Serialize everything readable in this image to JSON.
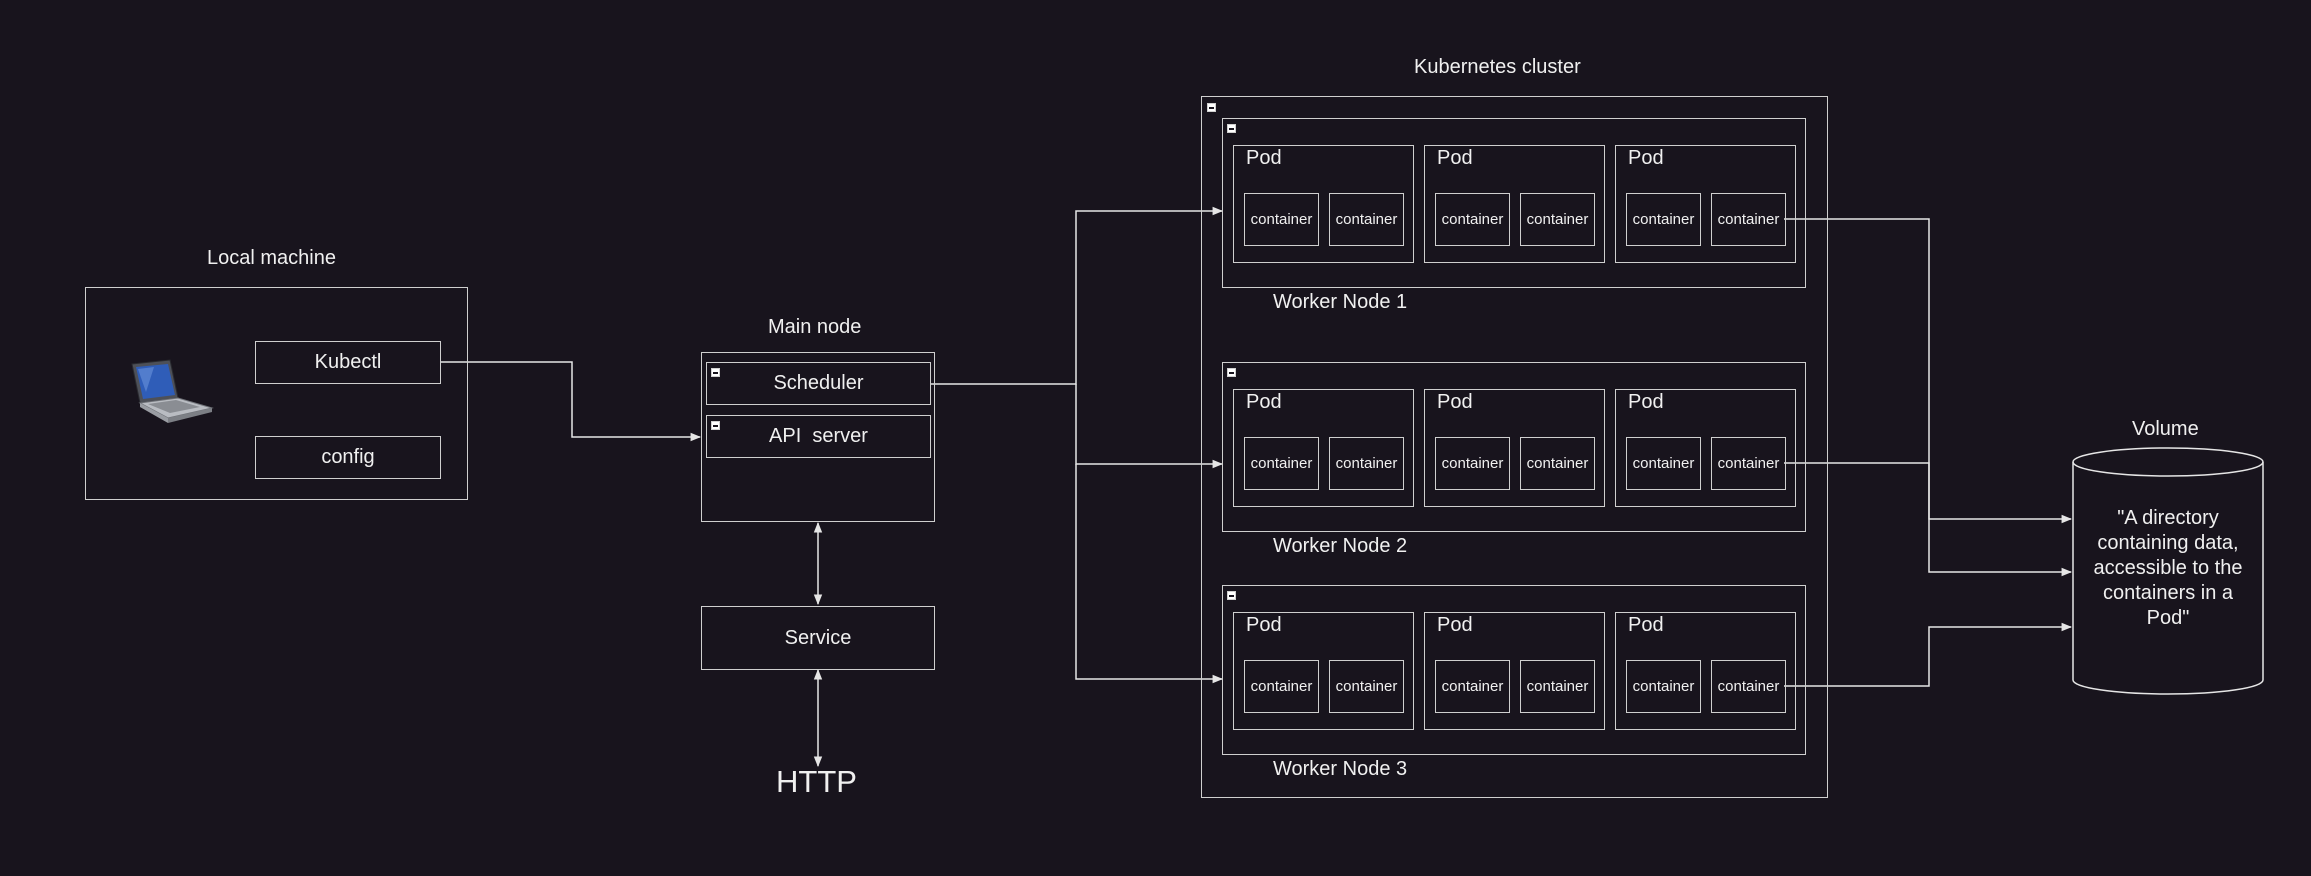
{
  "local": {
    "title": "Local machine",
    "kubectl": "Kubectl",
    "config": "config",
    "laptop_icon": "laptop-icon"
  },
  "main": {
    "title": "Main node",
    "scheduler": "Scheduler",
    "api": "API  server"
  },
  "service": "Service",
  "http": "HTTP",
  "cluster": {
    "title": "Kubernetes cluster",
    "nodes": [
      {
        "label": "Worker Node 1",
        "pods": [
          {
            "title": "Pod",
            "containers": [
              "container",
              "container"
            ]
          },
          {
            "title": "Pod",
            "containers": [
              "container",
              "container"
            ]
          },
          {
            "title": "Pod",
            "containers": [
              "container",
              "container"
            ]
          }
        ]
      },
      {
        "label": "Worker Node 2",
        "pods": [
          {
            "title": "Pod",
            "containers": [
              "container",
              "container"
            ]
          },
          {
            "title": "Pod",
            "containers": [
              "container",
              "container"
            ]
          },
          {
            "title": "Pod",
            "containers": [
              "container",
              "container"
            ]
          }
        ]
      },
      {
        "label": "Worker Node 3",
        "pods": [
          {
            "title": "Pod",
            "containers": [
              "container",
              "container"
            ]
          },
          {
            "title": "Pod",
            "containers": [
              "container",
              "container"
            ]
          },
          {
            "title": "Pod",
            "containers": [
              "container",
              "container"
            ]
          }
        ]
      }
    ]
  },
  "volume": {
    "title": "Volume",
    "text": "\"A directory containing data, accessible to the containers in a Pod\""
  },
  "colors": {
    "background": "#18141d",
    "line": "#cfcfcf",
    "text": "#f0f0f0"
  }
}
